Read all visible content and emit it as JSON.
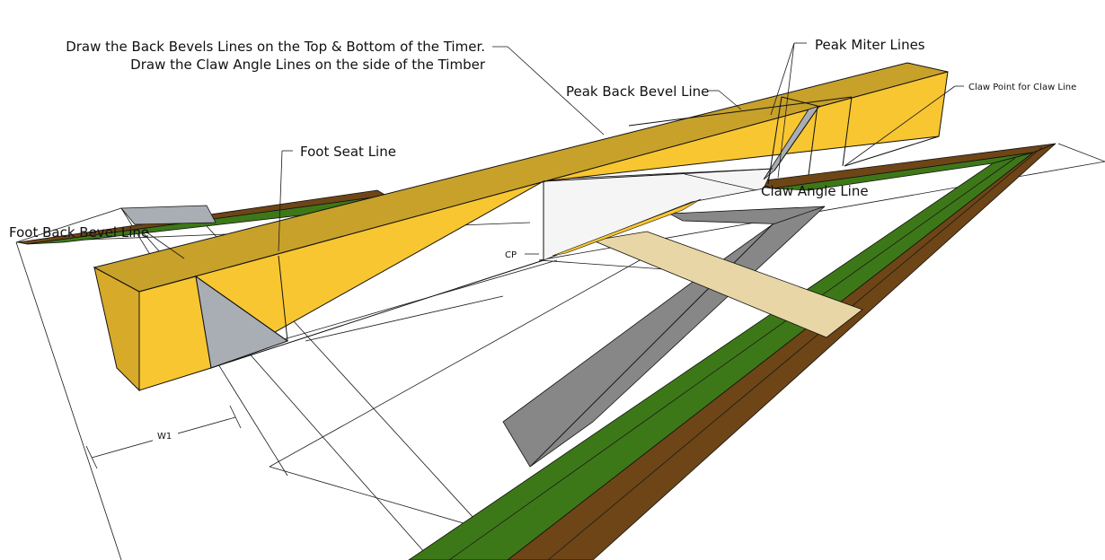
{
  "callouts": {
    "back_bevels_line1": "Draw the Back Bevels Lines on the Top & Bottom of the Timer.",
    "back_bevels_line2": "Draw the Claw Angle Lines on the side of the Timber",
    "peak_miter": "Peak Miter Lines",
    "peak_back_bevel": "Peak Back Bevel Line",
    "claw_point": "Claw Point for Claw Line",
    "foot_seat": "Foot Seat Line",
    "claw_angle": "Claw Angle Line",
    "foot_back_bevel": "Foot Back Bevel Line",
    "cp": "CP",
    "w1": "W1"
  },
  "colors": {
    "timber_side": "#f8c631",
    "timber_top": "#c7a12a",
    "timber_end": "#d8aa2a",
    "green_plate": "#3d7818",
    "brown_plate": "#6e4516",
    "gray_rafter": "#878787",
    "light_gray_face": "#a9aeb5",
    "tan_strip": "#e8d6a6",
    "white_face": "#f5f5f5"
  }
}
